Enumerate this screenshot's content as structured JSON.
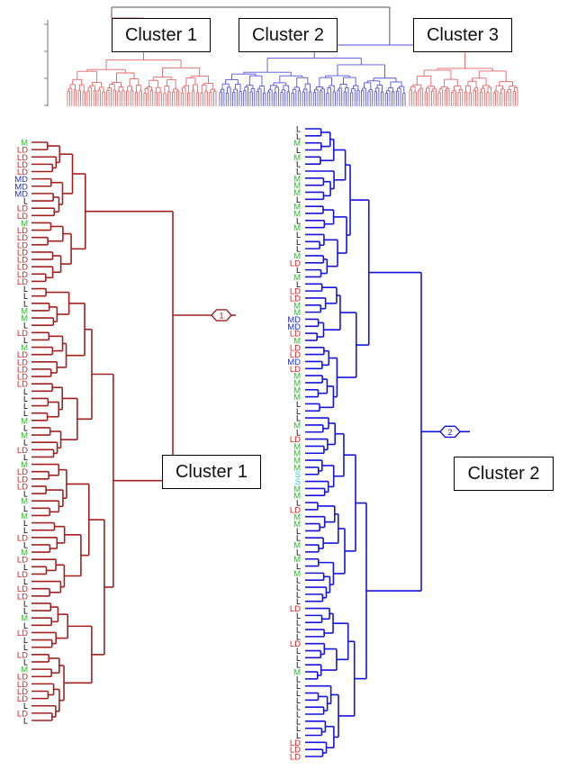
{
  "labels": {
    "top_cluster_1": "Cluster 1",
    "top_cluster_2": "Cluster 2",
    "top_cluster_3": "Cluster 3",
    "cluster_1": "Cluster 1",
    "cluster_2": "Cluster 2",
    "node_1": "1",
    "node_2": "2"
  },
  "colors": {
    "LD": "#e21b1b",
    "M": "#27c227",
    "MD": "#1f2ee0",
    "L": "#000000",
    "S": "#33c8e8",
    "cluster_1_branch": "#a3201f",
    "cluster_2_branch": "#1414e0",
    "overview_red": "#e26464",
    "overview_blue": "#5050e0",
    "overview_trunk": "#555555"
  },
  "cluster_1_leaves": [
    "M",
    "LD",
    "LD",
    "LD",
    "LD",
    "MD",
    "MD",
    "MD",
    "L",
    "LD",
    "LD",
    "M",
    "LD",
    "LD",
    "LD",
    "LD",
    "LD",
    "LD",
    "LD",
    "LD",
    "L",
    "L",
    "L",
    "M",
    "M",
    "L",
    "LD",
    "L",
    "M",
    "LD",
    "LD",
    "LD",
    "LD",
    "LD",
    "L",
    "L",
    "L",
    "L",
    "M",
    "L",
    "M",
    "L",
    "LD",
    "L",
    "M",
    "LD",
    "LD",
    "LD",
    "L",
    "M",
    "L",
    "M",
    "L",
    "L",
    "LD",
    "L",
    "M",
    "LD",
    "L",
    "LD",
    "L",
    "LD",
    "LD",
    "L",
    "L",
    "M",
    "L",
    "LD",
    "L",
    "L",
    "LD",
    "L",
    "M",
    "LD",
    "LD",
    "LD",
    "LD",
    "L",
    "LD",
    "L"
  ],
  "cluster_2_leaves": [
    "L",
    "L",
    "M",
    "L",
    "M",
    "L",
    "L",
    "M",
    "M",
    "M",
    "L",
    "M",
    "M",
    "L",
    "M",
    "L",
    "L",
    "L",
    "M",
    "LD",
    "L",
    "M",
    "L",
    "LD",
    "LD",
    "M",
    "M",
    "MD",
    "MD",
    "LD",
    "M",
    "LD",
    "LD",
    "MD",
    "LD",
    "M",
    "M",
    "M",
    "M",
    "L",
    "L",
    "L",
    "M",
    "L",
    "LD",
    "M",
    "M",
    "M",
    "M",
    "S",
    "S",
    "M",
    "M",
    "L",
    "LD",
    "M",
    "M",
    "L",
    "L",
    "M",
    "L",
    "M",
    "L",
    "M",
    "L",
    "L",
    "L",
    "L",
    "LD",
    "L",
    "L",
    "L",
    "L",
    "LD",
    "L",
    "L",
    "L",
    "M",
    "L",
    "L",
    "L",
    "L",
    "L",
    "L",
    "L",
    "L",
    "L",
    "LD",
    "LD",
    "LD"
  ]
}
